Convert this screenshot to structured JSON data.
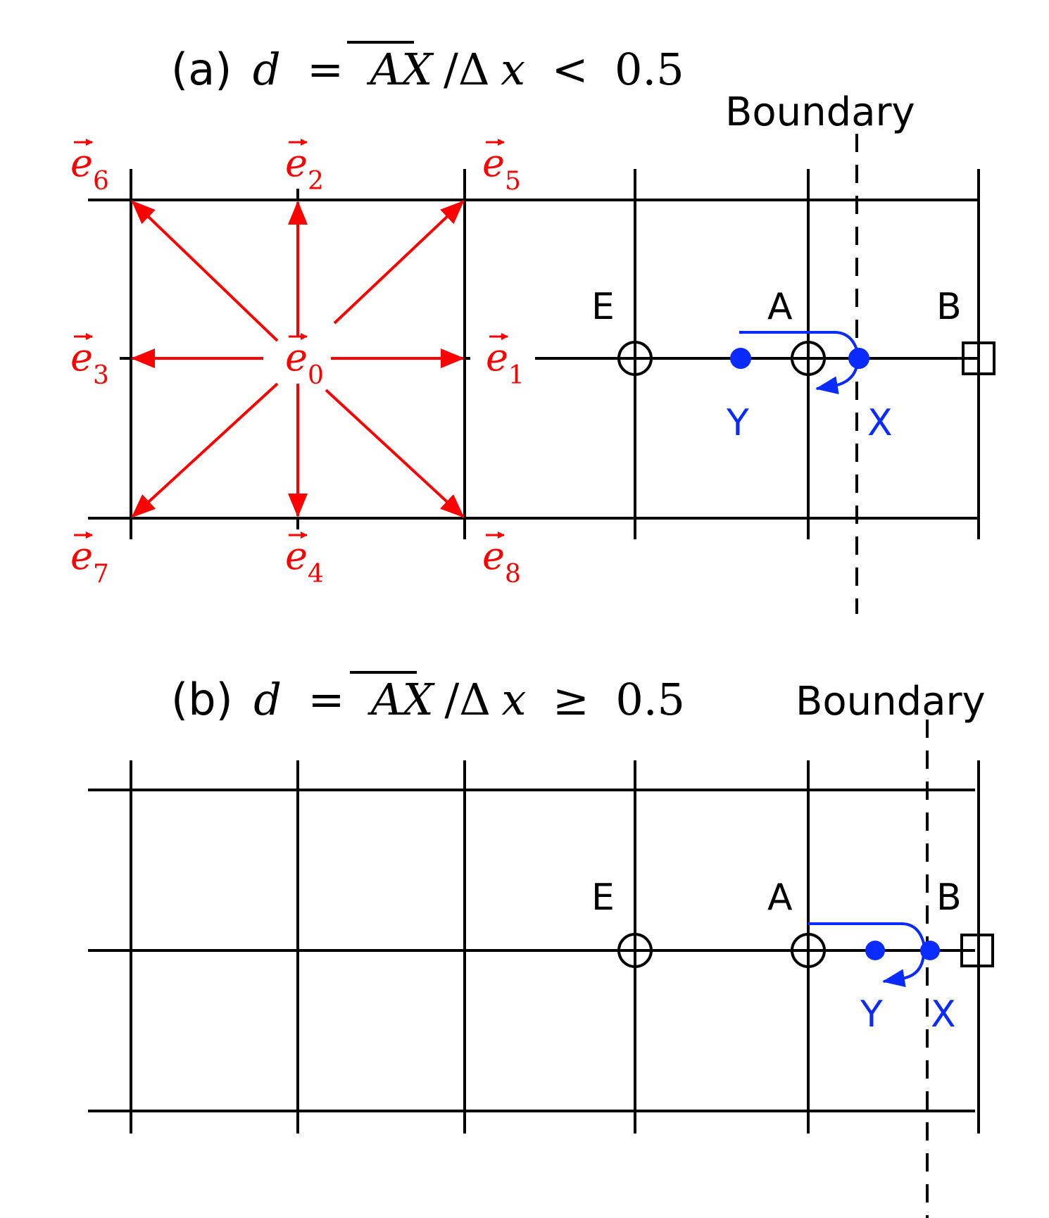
{
  "colors": {
    "grid": "#000000",
    "lattice_vectors": "#ff0000",
    "points": "#0a2bff",
    "background": "#ffffff"
  },
  "panel_a": {
    "label": "(a)",
    "eq_var": "d",
    "eq_equals": "=",
    "eq_overline": "AX",
    "eq_div": "/Δ",
    "eq_x": "x",
    "eq_rel": "<",
    "eq_value": "0.5",
    "boundary_label": "Boundary",
    "node_labels": {
      "E": "E",
      "A": "A",
      "B": "B"
    },
    "point_labels": {
      "Y": "Y",
      "X": "X"
    },
    "vectors": [
      {
        "name": "e",
        "sub": "0"
      },
      {
        "name": "e",
        "sub": "1"
      },
      {
        "name": "e",
        "sub": "2"
      },
      {
        "name": "e",
        "sub": "3"
      },
      {
        "name": "e",
        "sub": "4"
      },
      {
        "name": "e",
        "sub": "5"
      },
      {
        "name": "e",
        "sub": "6"
      },
      {
        "name": "e",
        "sub": "7"
      },
      {
        "name": "e",
        "sub": "8"
      }
    ]
  },
  "panel_b": {
    "label": "(b)",
    "eq_var": "d",
    "eq_equals": "=",
    "eq_overline": "AX",
    "eq_div": "/Δ",
    "eq_x": "x",
    "eq_rel": "≥",
    "eq_value": "0.5",
    "boundary_label": "Boundary",
    "node_labels": {
      "E": "E",
      "A": "A",
      "B": "B"
    },
    "point_labels": {
      "Y": "Y",
      "X": "X"
    }
  }
}
